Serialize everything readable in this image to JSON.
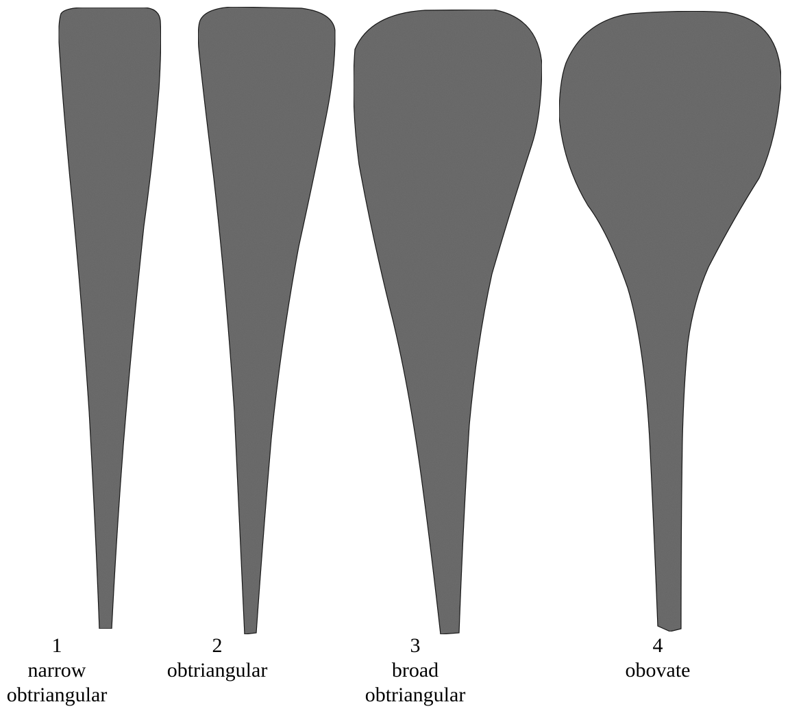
{
  "shapes": [
    {
      "number": "1",
      "label_lines": [
        "narrow",
        "obtriangular"
      ]
    },
    {
      "number": "2",
      "label_lines": [
        "obtriangular"
      ]
    },
    {
      "number": "3",
      "label_lines": [
        "broad",
        "obtriangular"
      ]
    },
    {
      "number": "4",
      "label_lines": [
        "obovate"
      ]
    }
  ],
  "colors": {
    "shape_fill": "#6e6e6e",
    "shape_outline": "#1e1e1e",
    "background": "#ffffff"
  }
}
